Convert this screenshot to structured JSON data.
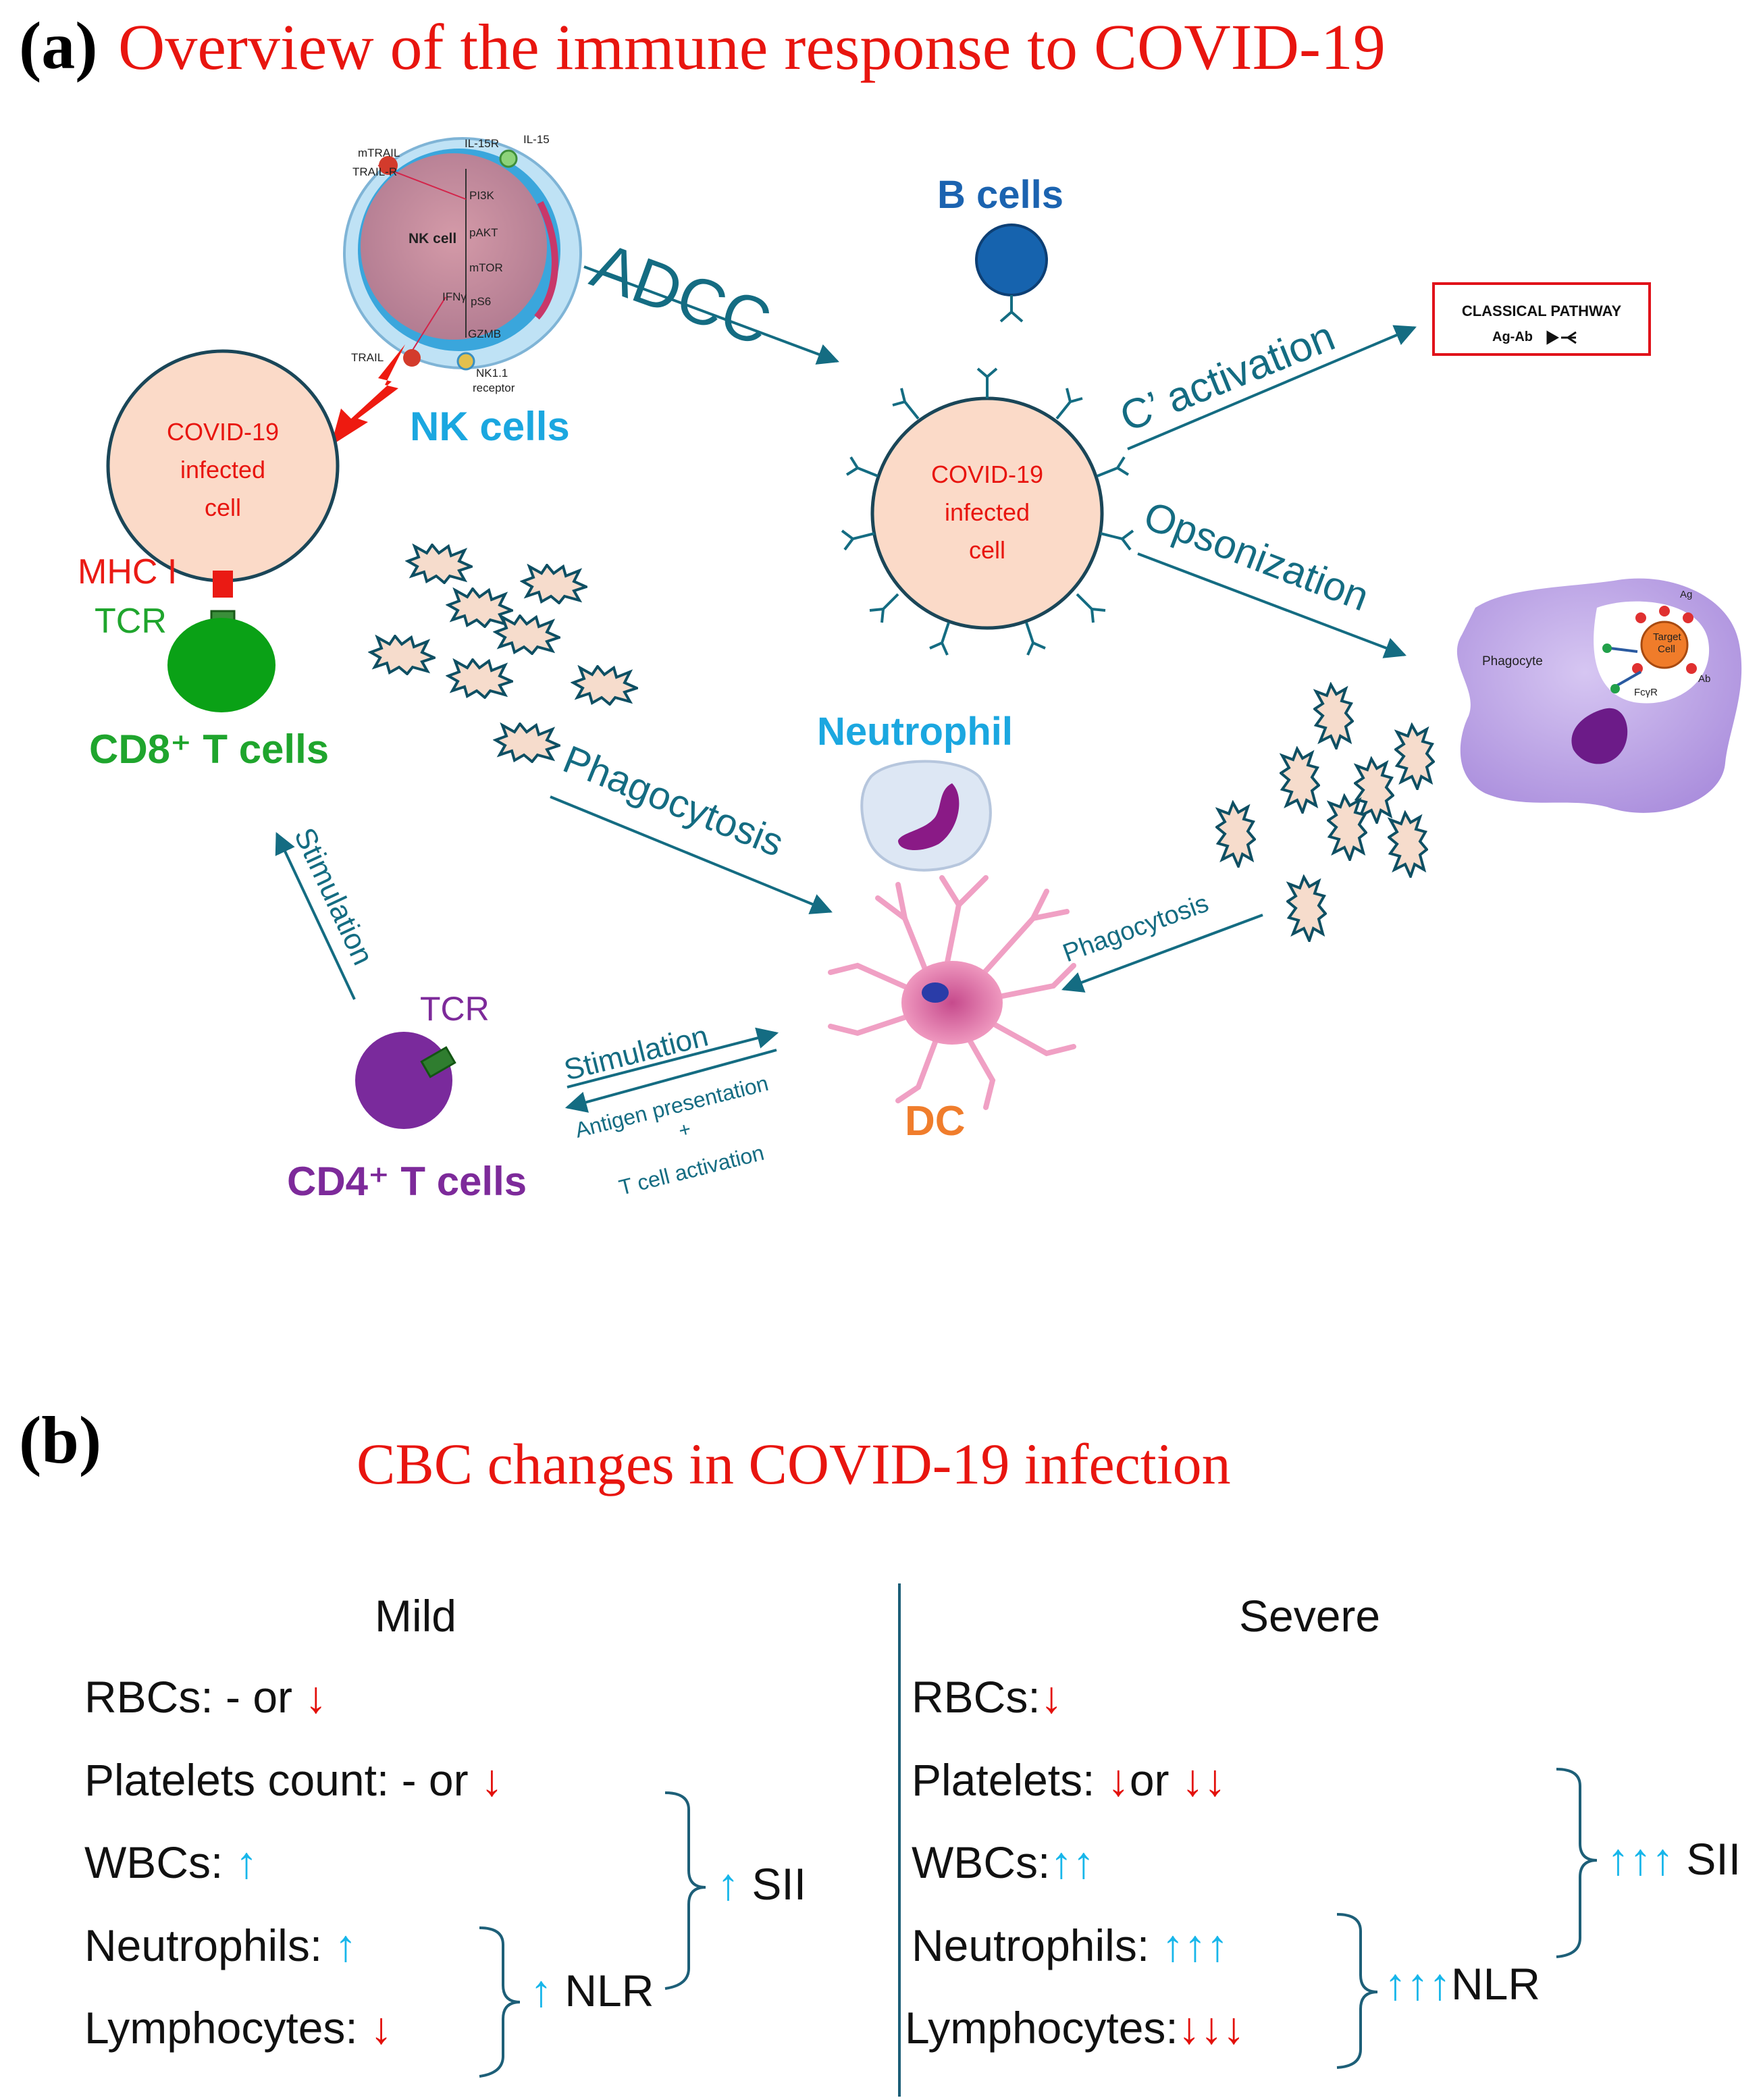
{
  "panel_a": {
    "label": "(a)",
    "title": "Overview of the immune response to COVID-19",
    "nk_cells": "NK cells",
    "nk_diagram": {
      "cell_label": "NK cell",
      "mtrail": "mTRAIL",
      "trail_r": "TRAIL-R",
      "il15r": "IL-15R",
      "il15": "IL-15",
      "pi3k": "PI3K",
      "pakt": "pAKT",
      "mtor": "mTOR",
      "ps6": "pS6",
      "gzmb": "GZMB",
      "ifn": "IFNγ",
      "trail_bottom": "TRAIL",
      "nk11": "NK1.1",
      "receptor": "receptor"
    },
    "adcc": "ADCC",
    "b_cells": "B cells",
    "classical_pathway": {
      "title": "CLASSICAL PATHWAY",
      "sub": "Ag-Ab"
    },
    "c_activation": "C’ activation",
    "infected_cell_left": [
      "COVID-19",
      "infected",
      "cell"
    ],
    "infected_cell_right": [
      "COVID-19",
      "infected",
      "cell"
    ],
    "mhc": "MHC I",
    "tcr_cd8": "TCR",
    "cd8": "CD8⁺ T cells",
    "opsonization": "Opsonization",
    "phagocyte": {
      "label": "Phagocyte",
      "target": "Target",
      "cell": "Cell",
      "ag": "Ag",
      "ab": "Ab",
      "fcr": "FcγR"
    },
    "neutrophil": "Neutrophil",
    "phagocytosis_big": "Phagocytosis",
    "phagocytosis_small": "Phagocytosis",
    "stimulation_vertical": "Stimulation",
    "tcr_cd4": "TCR",
    "cd4": "CD4⁺ T cells",
    "stimulation_dc": "Stimulation",
    "antigen_presentation": "Antigen presentation",
    "plus": "+",
    "t_cell_activation": "T cell activation",
    "dc": "DC",
    "colors": {
      "teal": "#146c82",
      "red": "#e8150f",
      "green": "#1fa52d",
      "purple": "#7d2a9a",
      "nk_blue": "#1ba7e0",
      "dc_orange": "#f07d2c",
      "b_blue": "#1b63b0"
    }
  },
  "panel_b": {
    "label": "(b)",
    "title": "CBC changes in COVID-19 infection",
    "mild": {
      "heading": "Mild",
      "rbcs": "RBCs: - or",
      "platelets": "Platelets count: - or",
      "wbcs": "WBCs:",
      "neutrophils": "Neutrophils:",
      "lymphocytes": "Lymphocytes:",
      "sii": "SII",
      "nlr": "NLR"
    },
    "severe": {
      "heading": "Severe",
      "rbcs": "RBCs:",
      "platelets": "Platelets:",
      "platelets_or": "or",
      "wbcs": "WBCs:",
      "neutrophils": "Neutrophils:",
      "lymphocytes": "Lymphocytes:",
      "sii": "SII",
      "nlr": "NLR"
    },
    "arrows": {
      "up": "↑",
      "down": "↓"
    }
  }
}
